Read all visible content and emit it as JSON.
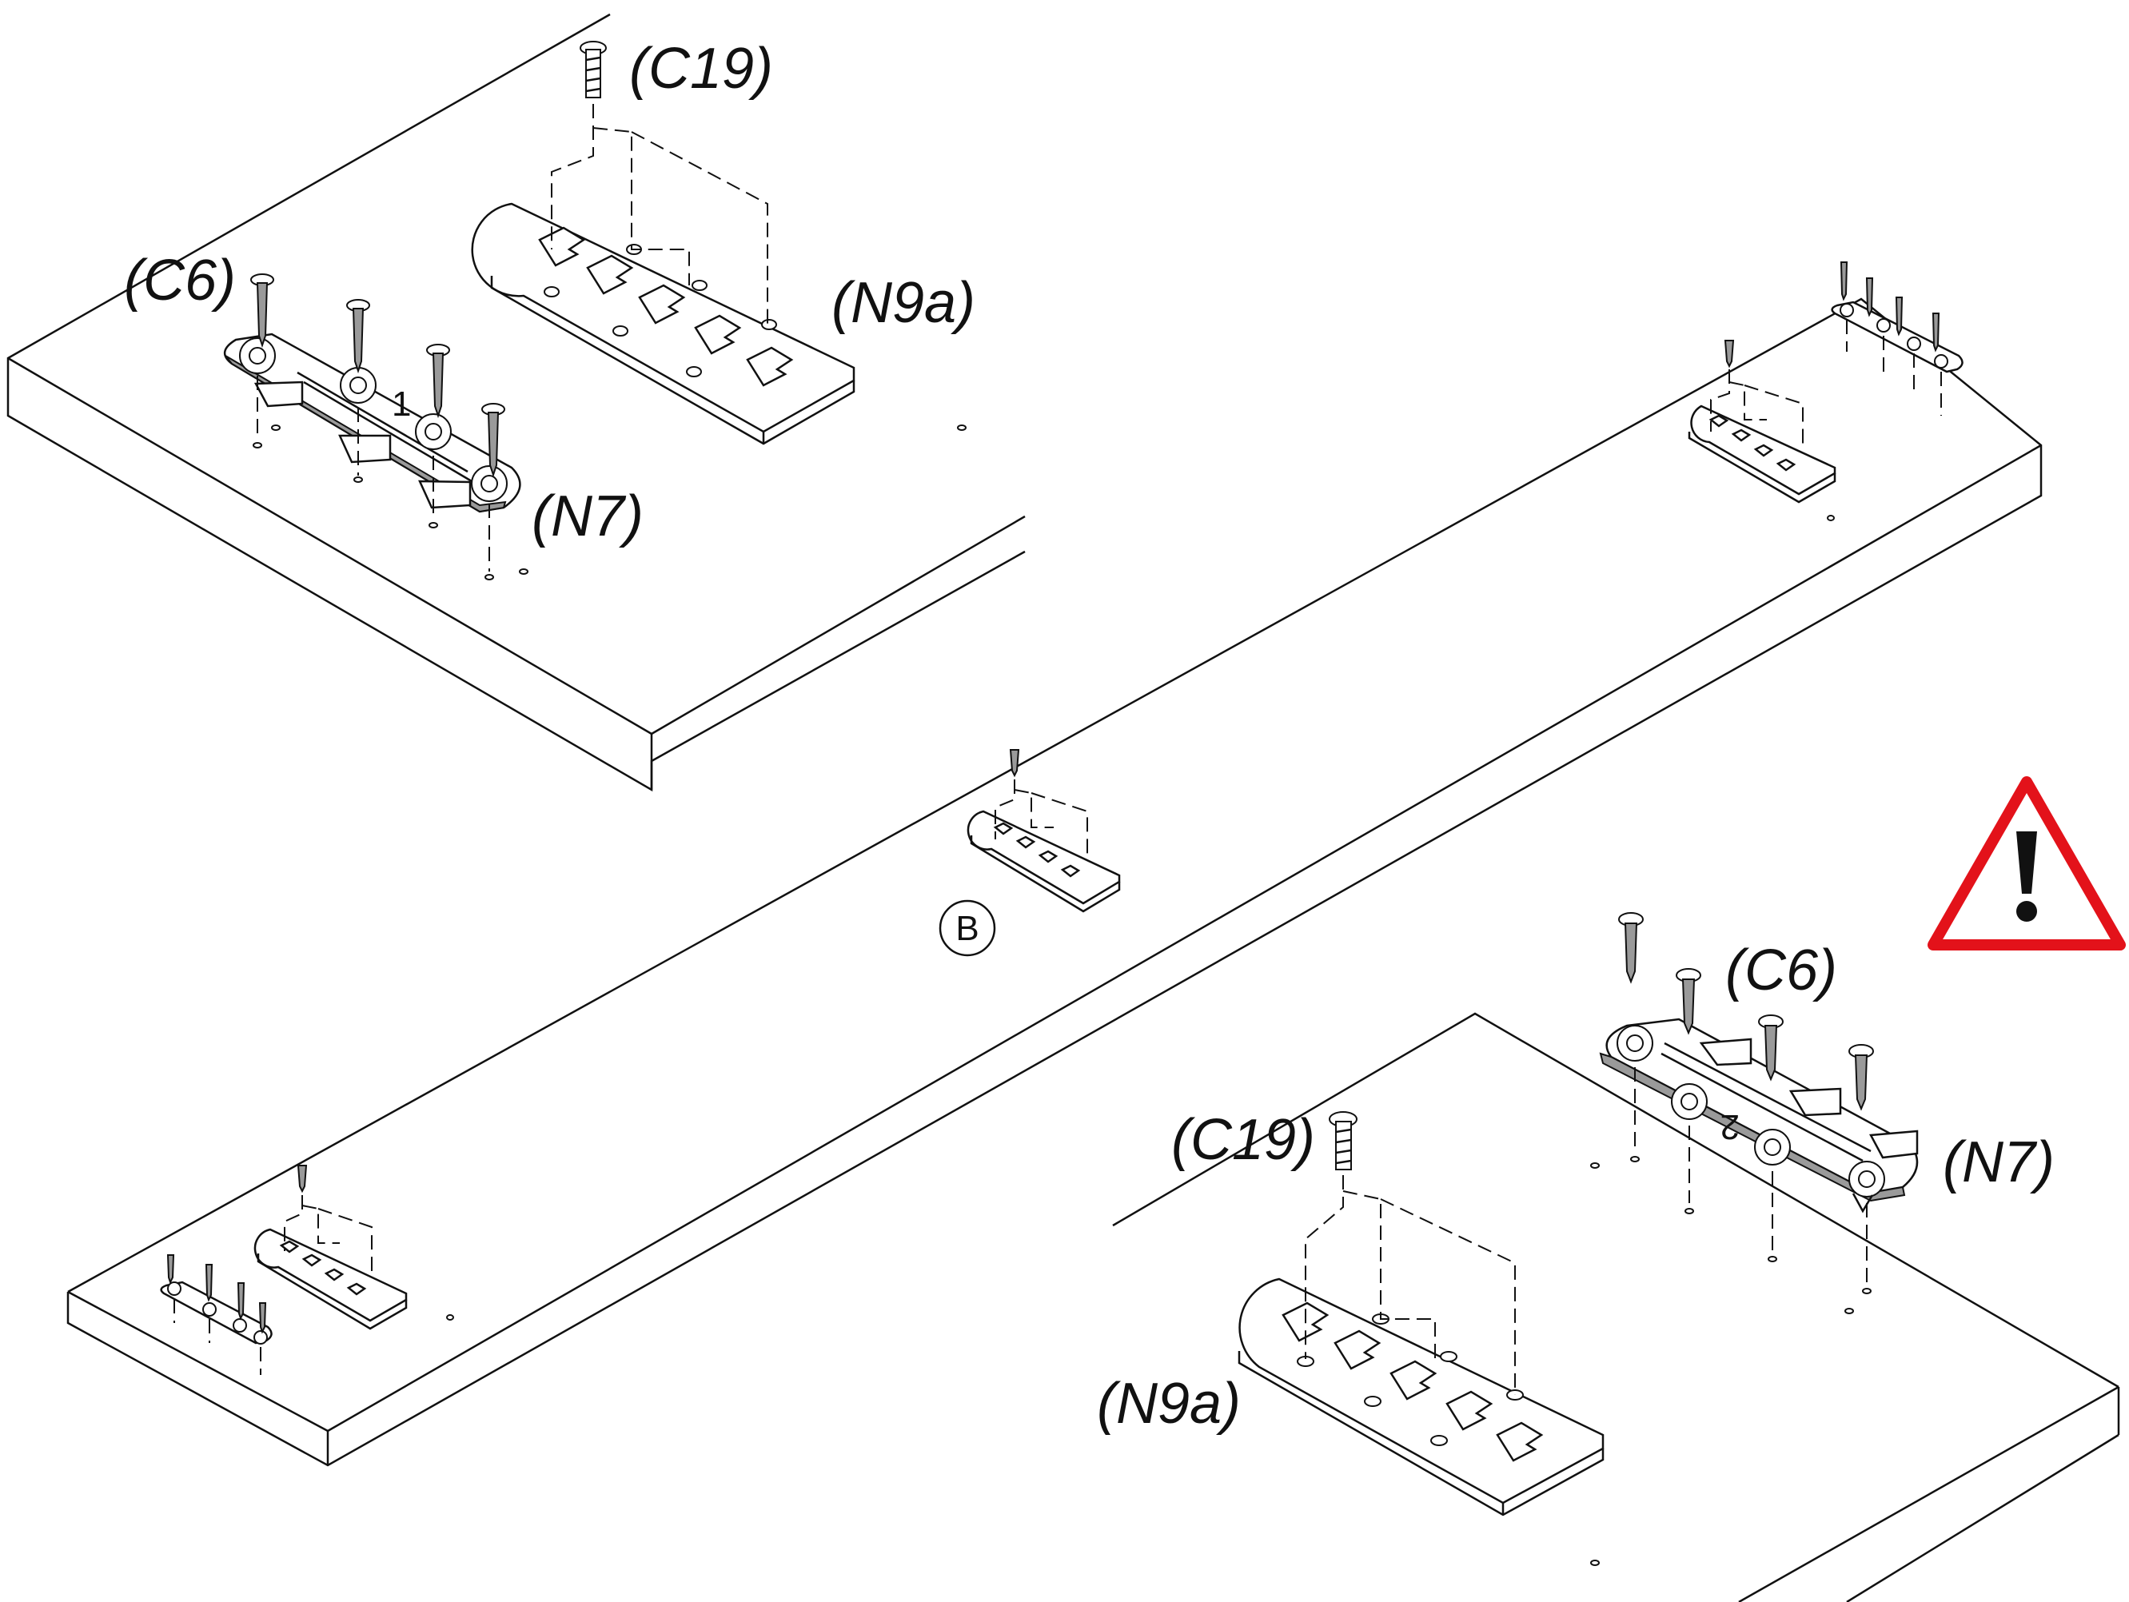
{
  "labels": {
    "top_screw": "(C19)",
    "top_bracket_screws": "(C6)",
    "top_plate": "(N9a)",
    "top_bracket": "(N7)",
    "bottom_bracket_screws": "(C6)",
    "bottom_screw": "(C19)",
    "bottom_bracket": "(N7)",
    "bottom_plate": "(N9a)",
    "panel_marker": "B",
    "bracket_number_top": "1",
    "bracket_number_bottom": "2"
  },
  "colors": {
    "warning_red": "#e3121a",
    "line": "#111111"
  },
  "icons": {
    "warning": "warning-triangle-icon"
  }
}
